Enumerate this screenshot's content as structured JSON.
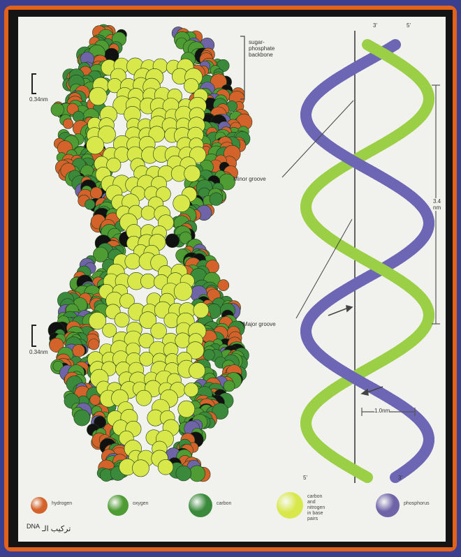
{
  "labels": {
    "backbone": "sugar-\nphosphate\nbackbone",
    "scale_top": "0.34nm",
    "scale_mid": "0.34nm",
    "minor_groove": "Minor groove",
    "major_groove": "Major groove",
    "pitch": "3.4\nnm",
    "width": "1.0nm",
    "end_3_top": "3'",
    "end_5_top": "5'",
    "end_5_bottom": "5'",
    "end_3_bottom": "3'"
  },
  "legend": [
    {
      "label": "hydrogen",
      "color": "#d4622b",
      "size": 24
    },
    {
      "label": "oxygen",
      "color": "#4e9c33",
      "size": 30
    },
    {
      "label": "carbon",
      "color": "#3b8a3c",
      "size": 34
    },
    {
      "label": "carbon\nand nitrogen\nin base pairs",
      "color": "#d8e84a",
      "size": 38
    },
    {
      "label": "phosphorus",
      "color": "#6f64a8",
      "size": 34
    }
  ],
  "caption": {
    "arabic": "تركيب الـ",
    "english": "DNA"
  },
  "colors": {
    "strand_green": "#9bcf45",
    "strand_purple": "#6c66b4",
    "hydrogen": "#d4622b",
    "oxygen": "#4e9c33",
    "carbon": "#3b8a3c",
    "base": "#d8e84a",
    "phosphorus": "#6f64a8"
  }
}
